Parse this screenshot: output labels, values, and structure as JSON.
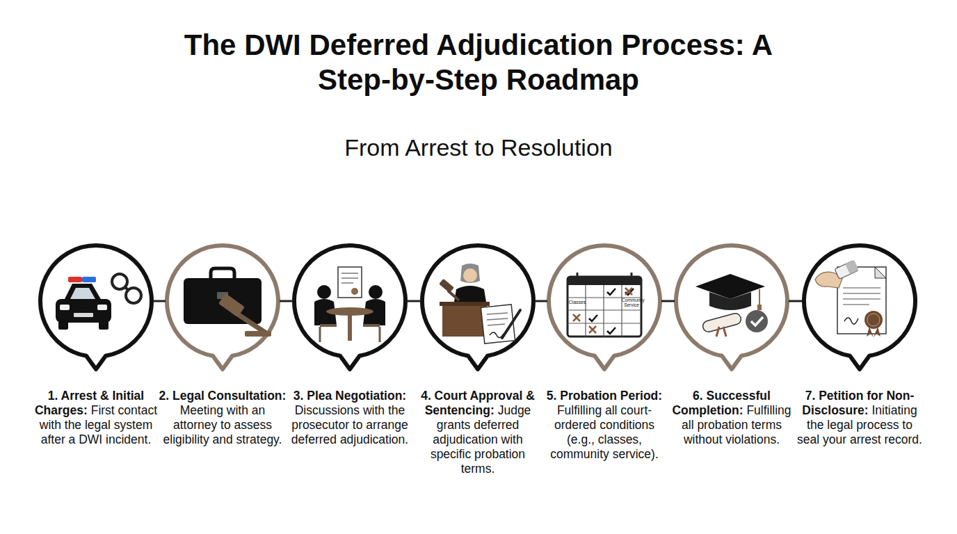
{
  "diagram": {
    "title": "The DWI Deferred Adjudication Process: A Step-by-Step Roadmap",
    "nodes": [
      {
        "text": [
          "1. Arrest & Initial Charges:",
          "First contact with the legal system after a DWI incident."
        ]
      },
      {
        "text": [
          "2. Legal Consultation:",
          "Meeting with an attorney to assess eligibility and strategy."
        ]
      },
      {
        "text": [
          "3. Plea Negotiation:",
          "Discussions with the prosecutor to arrange deferred adjudication."
        ]
      },
      {
        "text": [
          "4. Court Approval & Sentencing:",
          "Judge grants deferred adjudication with specific probation terms."
        ]
      },
      {
        "text": [
          "5. Probation Period:",
          "Fulfilling all court-ordered conditions (e.g., classes, community service)."
        ]
      },
      {
        "text": [
          "6. Successful Completion:",
          "Fulfilling all probation terms without violations."
        ]
      },
      {
        "text": [
          "7. Petition for Non-Disclosure:",
          "Initiating the legal process to seal your arrest record."
        ]
      }
    ],
    "edges": [
      {
        "from": 0,
        "to": 1,
        "arrow": "none"
      },
      {
        "from": 1,
        "to": 2,
        "arrow": "none"
      },
      {
        "from": 2,
        "to": 3,
        "arrow": "none"
      },
      {
        "from": 3,
        "to": 4,
        "arrow": "none"
      },
      {
        "from": 4,
        "to": 5,
        "arrow": "none"
      },
      {
        "from": 5,
        "to": 6,
        "arrow": "none"
      }
    ],
    "labels": [
      "From Arrest to Resolution",
      "Classes",
      "Community Service"
    ]
  }
}
